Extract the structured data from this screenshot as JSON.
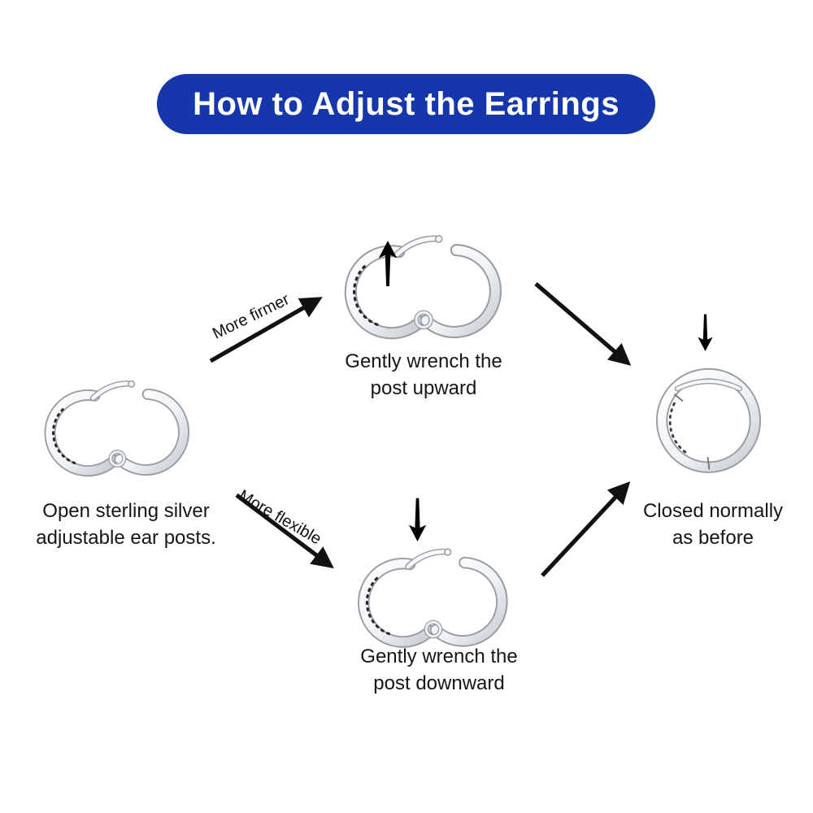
{
  "header": {
    "title": "How to Adjust the Earrings",
    "background_color": "#1637ab",
    "text_color": "#ffffff"
  },
  "colors": {
    "red_arrow": "#ee1309",
    "black_arrow": "#111111",
    "body_text": "#161616",
    "metal_light": "#ffffff",
    "metal_dark": "#c6cbd0"
  },
  "labels": {
    "more_firmer": "More firmer",
    "more_flexible": "More flexible"
  },
  "captions": {
    "open": {
      "line1": "Open sterling silver",
      "line2": "adjustable ear posts."
    },
    "upward": {
      "line1": "Gently wrench the",
      "line2": "post upward"
    },
    "downward": {
      "line1": "Gently wrench the",
      "line2": "post downward"
    },
    "closed": {
      "line1": "Closed normally",
      "line2": "as before"
    }
  }
}
